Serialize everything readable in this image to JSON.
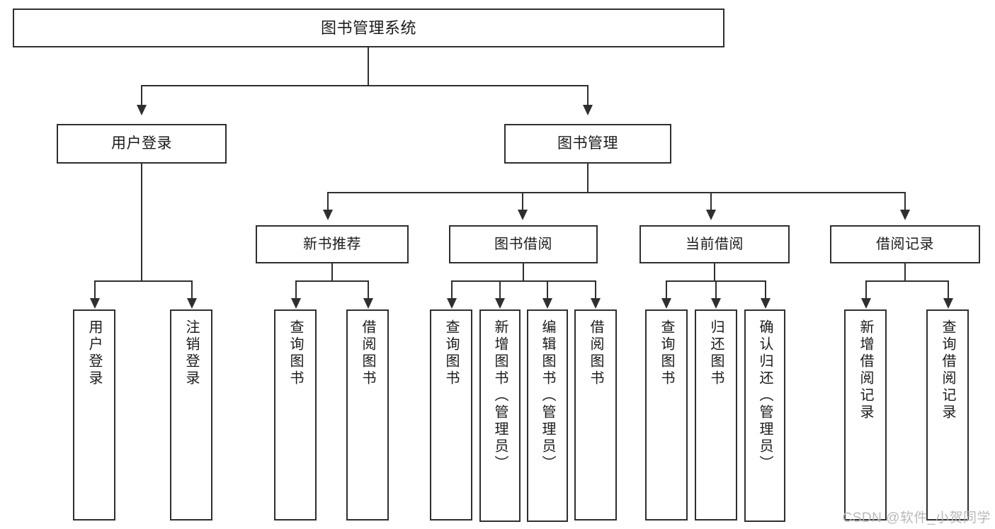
{
  "diagram": {
    "title": "图书管理系统",
    "type": "tree-structure-chart",
    "root": {
      "label": "图书管理系统"
    },
    "level2": [
      {
        "label": "用户登录"
      },
      {
        "label": "图书管理"
      }
    ],
    "level3": [
      {
        "label": "新书推荐"
      },
      {
        "label": "图书借阅"
      },
      {
        "label": "当前借阅"
      },
      {
        "label": "借阅记录"
      }
    ],
    "leaves": {
      "user_login": [
        {
          "label": "用户登录"
        },
        {
          "label": "注销登录"
        }
      ],
      "new_book_recommend": [
        {
          "label": "查询图书"
        },
        {
          "label": "借阅图书"
        }
      ],
      "book_borrow": [
        {
          "label": "查询图书"
        },
        {
          "label": "新增图书（管理员）"
        },
        {
          "label": "编辑图书（管理员）"
        },
        {
          "label": "借阅图书"
        }
      ],
      "current_borrow": [
        {
          "label": "查询图书"
        },
        {
          "label": "归还图书"
        },
        {
          "label": "确认归还（管理员）"
        }
      ],
      "borrow_record": [
        {
          "label": "新增借阅记录"
        },
        {
          "label": "查询借阅记录"
        }
      ]
    }
  },
  "watermark": {
    "text": "CSDN @软件_小贺同学"
  },
  "colors": {
    "border": "#2f2f2f",
    "text": "#1b1b1b",
    "background": "#ffffff",
    "watermark": "#b9b9b9"
  }
}
